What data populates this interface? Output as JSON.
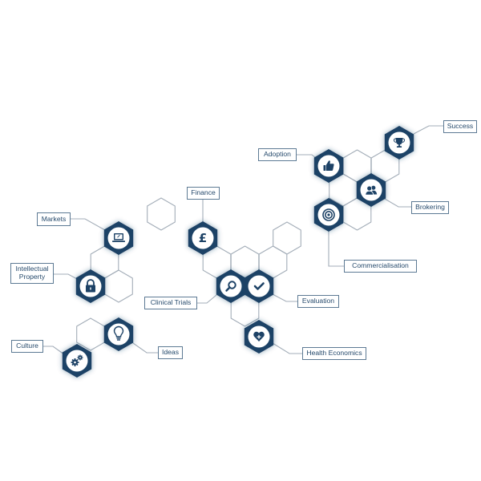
{
  "colors": {
    "hex_fill": "#1d4266",
    "hex_outline": "#a3adb8",
    "connector": "#a3adb8",
    "label_text": "#264a6c",
    "label_border": "#5d7a94",
    "icon_circle": "#ffffff"
  },
  "nodes": [
    {
      "id": "markets",
      "label": "Markets",
      "icon": "laptop-icon"
    },
    {
      "id": "intellectual-property",
      "label": "Intellectual\nProperty",
      "icon": "lock-icon"
    },
    {
      "id": "culture",
      "label": "Culture",
      "icon": "gears-icon"
    },
    {
      "id": "ideas",
      "label": "Ideas",
      "icon": "lightbulb-icon"
    },
    {
      "id": "finance",
      "label": "Finance",
      "icon": "pound-icon"
    },
    {
      "id": "clinical-trials",
      "label": "Clinical Trials",
      "icon": "magnifier-icon"
    },
    {
      "id": "evaluation",
      "label": "Evaluation",
      "icon": "checkmark-icon"
    },
    {
      "id": "health-economics",
      "label": "Health Economics",
      "icon": "heart-plus-icon"
    },
    {
      "id": "commercialisation",
      "label": "Commercialisation",
      "icon": "target-icon"
    },
    {
      "id": "adoption",
      "label": "Adoption",
      "icon": "thumbs-up-icon"
    },
    {
      "id": "brokering",
      "label": "Brokering",
      "icon": "people-icon"
    },
    {
      "id": "success",
      "label": "Success",
      "icon": "trophy-icon"
    }
  ]
}
